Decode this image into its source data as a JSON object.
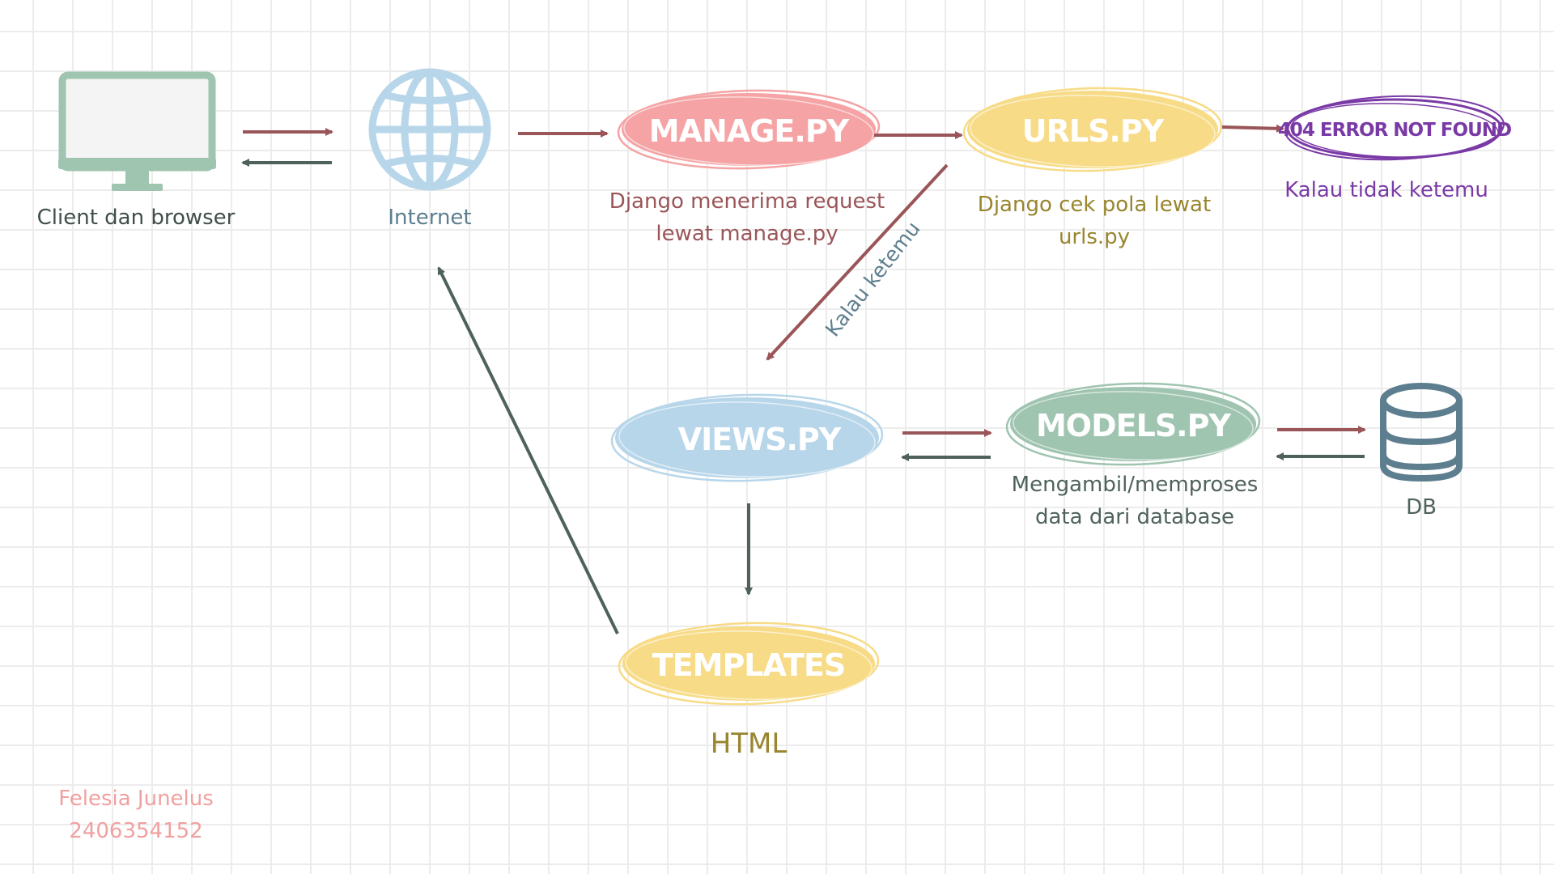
{
  "colors": {
    "green": "#9fc4b0",
    "dark_green": "#4e625b",
    "blue": "#b8d6ea",
    "maroon": "#9a5558",
    "pink": "#f5a3a4",
    "yellow": "#f7db86",
    "purple": "#7a3aa6",
    "caption_maroon": "#9a5558",
    "caption_olive": "#98852e",
    "caption_blue_grey": "#5d7e8e",
    "caption_purple": "#7a3aa6",
    "author_pink": "#f1a0a0"
  },
  "nodes": {
    "client": {
      "icon": "monitor-icon",
      "label": "Client dan browser"
    },
    "internet": {
      "icon": "globe-icon",
      "label": "Internet"
    },
    "manage": {
      "title": "MANAGE.PY",
      "caption_line1": "Django menerima request",
      "caption_line2": "lewat manage.py"
    },
    "urls": {
      "title": "URLS.PY",
      "caption_line1": "Django cek pola lewat",
      "caption_line2": "urls.py"
    },
    "error": {
      "title": "404 ERROR NOT FOUND",
      "caption": "Kalau tidak ketemu"
    },
    "views": {
      "title": "VIEWS.PY"
    },
    "models": {
      "title": "MODELS.PY",
      "caption_line1": "Mengambil/memproses",
      "caption_line2": "data dari database"
    },
    "db": {
      "icon": "database-icon",
      "label": "DB"
    },
    "templates": {
      "title": "TEMPLATES",
      "caption": "HTML"
    }
  },
  "edge_labels": {
    "urls_to_views": "Kalau ketemu"
  },
  "author": {
    "name": "Felesia Junelus",
    "id": "2406354152"
  }
}
